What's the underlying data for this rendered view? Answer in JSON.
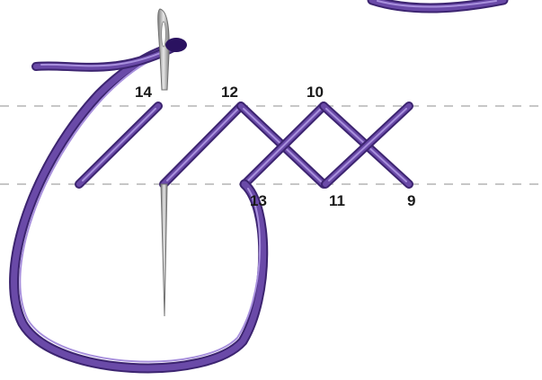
{
  "diagram": {
    "stitch_labels": [
      "14",
      "12",
      "10",
      "13",
      "11",
      "9"
    ],
    "colors": {
      "thread": "#5b3a99",
      "thread_highlight": "#9f86d6",
      "thread_dark": "#3c2470",
      "needle": "#9a9a9a",
      "guide_line": "#c7c7c7",
      "label": "#1a1a1a"
    },
    "icons": [
      "needle-icon",
      "thread-icon"
    ]
  }
}
